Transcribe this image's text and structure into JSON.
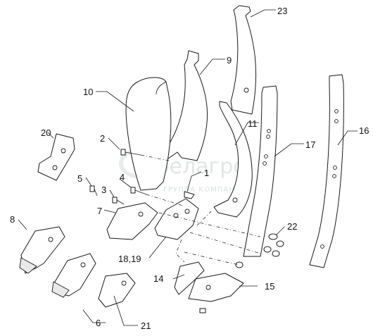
{
  "watermark": {
    "brand": "белагро",
    "tagline": "ГРУППА КОМПАНИЙ"
  },
  "callouts": {
    "c1": "1",
    "c2": "2",
    "c3": "3",
    "c4": "4",
    "c5": "5",
    "c6": "6",
    "c7": "7",
    "c8": "8",
    "c9": "9",
    "c10": "10",
    "c11": "11",
    "c14": "14",
    "c15": "15",
    "c16": "16",
    "c17": "17",
    "c18_19": "18,19",
    "c20": "20",
    "c21": "21",
    "c22": "22",
    "c23": "23"
  }
}
